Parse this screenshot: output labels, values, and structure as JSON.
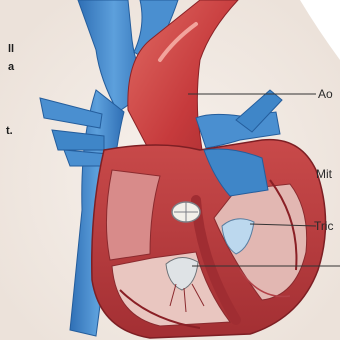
{
  "labels": {
    "left": [
      "ll",
      "a",
      "t."
    ],
    "right": [
      "Ao",
      "Mit",
      "Tric"
    ]
  },
  "colors": {
    "artery_red": "#c63a3c",
    "vein_blue": "#3f86c8",
    "muscle_dark": "#9e2a2e",
    "chamber_pink": "#e9c6c0",
    "leader_line": "#333333",
    "paper": "#f3ece6"
  }
}
